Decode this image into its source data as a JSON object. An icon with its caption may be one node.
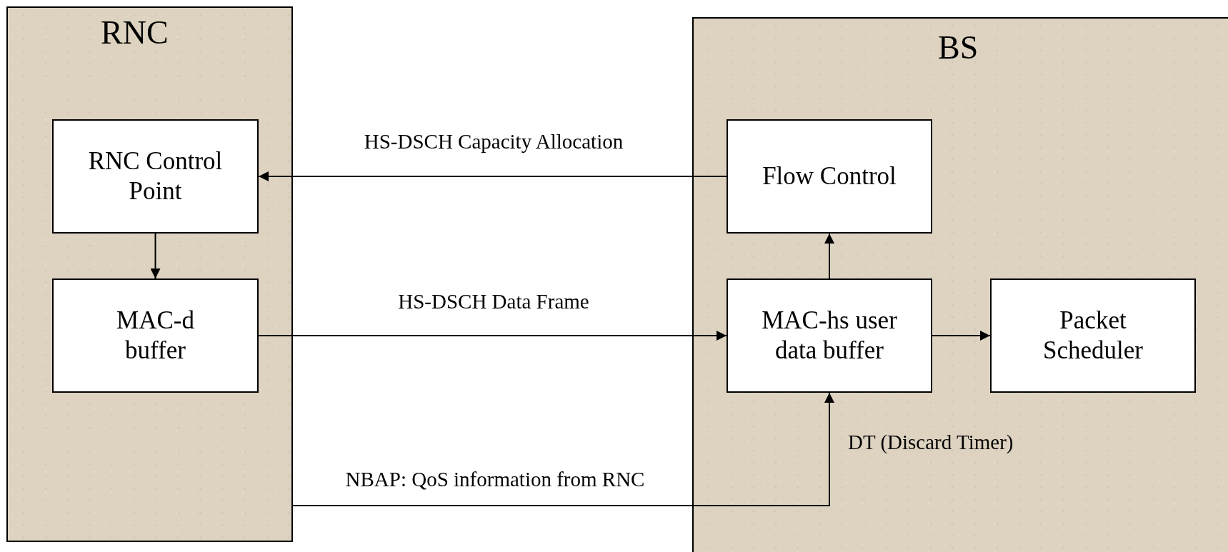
{
  "diagram": {
    "nodes": [
      {
        "text": [
          "RNC"
        ]
      },
      {
        "text": [
          "RNC Control Point"
        ],
        "in": 0
      },
      {
        "text": [
          "MAC-d buffer"
        ],
        "in": 0
      },
      {
        "text": [
          "BS"
        ]
      },
      {
        "text": [
          "Flow Control"
        ],
        "in": 3
      },
      {
        "text": [
          "MAC-hs user data buffer"
        ],
        "in": 3
      },
      {
        "text": [
          "Packet Scheduler"
        ],
        "in": 3
      }
    ],
    "edges": [
      {
        "from": 4,
        "to": 1,
        "arrow": "to",
        "label": "HS-DSCH Capacity Allocation"
      },
      {
        "from": 1,
        "to": 2,
        "arrow": "to"
      },
      {
        "from": 2,
        "to": 5,
        "arrow": "to",
        "label": "HS-DSCH Data Frame"
      },
      {
        "from": 5,
        "to": 4,
        "arrow": "to"
      },
      {
        "from": 5,
        "to": 6,
        "arrow": "to"
      },
      {
        "from": 0,
        "to": 5,
        "arrow": "to",
        "label": "NBAP: QoS information from RNC"
      }
    ],
    "labels": [
      "DT (Discard Timer)"
    ]
  }
}
